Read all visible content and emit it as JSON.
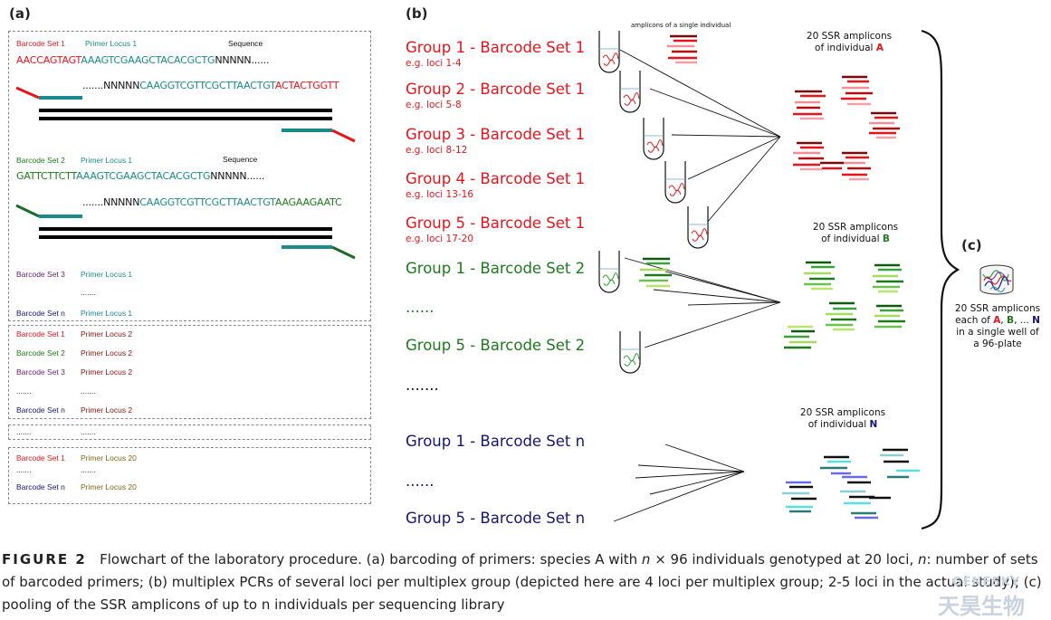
{
  "panel_a": {
    "label": "(a)",
    "set1": {
      "barcode_label": "Barcode Set 1",
      "locus_label": "Primer Locus 1",
      "sequence_label": "Sequence",
      "fwd_barcode": "AACCAGTAGT",
      "fwd_primer": "AAAGTCGAAGCTACACGCTG",
      "fwd_tail": "NNNNN......",
      "rev_lead": ".......NNNNN",
      "rev_primer": "CAAGGTCGTTCGCTTAACTGT",
      "rev_barcode": "ACTACTGGTT"
    },
    "set2": {
      "barcode_label": "Barcode Set 2",
      "locus_label": "Primer Locus 1",
      "sequence_label": "Sequence",
      "fwd_barcode": "GATTCTTCTT",
      "fwd_primer": "AAAGTCGAAGCTACACGCTG",
      "fwd_tail": "NNNNN......",
      "rev_lead": ".......NNNNN",
      "rev_primer": "CAAGGTCGTTCGCTTAACTGT",
      "rev_barcode": "AAGAAGAATC"
    },
    "set3_barcode": "Barcode Set 3",
    "set3_locus": "Primer Locus 1",
    "dots1": ".......",
    "setn_barcode": "Barcode Set n",
    "setn_locus": "Primer Locus 1",
    "locus2": {
      "rows": [
        {
          "barcode": "Barcode Set 1",
          "locus": "Primer Locus 2"
        },
        {
          "barcode": "Barcode Set 2",
          "locus": "Primer Locus 2"
        },
        {
          "barcode": "Barcode Set 3",
          "locus": "Primer Locus 2"
        },
        {
          "barcode": ".......",
          "locus": "......."
        },
        {
          "barcode": "Barcode Set n",
          "locus": "Primer Locus 2"
        }
      ]
    },
    "mid_dots_a": ".......",
    "mid_dots_b": ".......",
    "locus20": {
      "row1_barcode": "Barcode Set 1",
      "row1_locus": "Primer Locus 20",
      "dots_a": ".......",
      "dots_b": ".......",
      "rown_barcode": "Barcode Set n",
      "rown_locus": "Primer Locus 20"
    }
  },
  "panel_b": {
    "label": "(b)",
    "tube_caption": "amplicons of a single individual",
    "groups_red": [
      {
        "name": "Group 1 - Barcode Set 1",
        "eg": "e.g. loci 1-4"
      },
      {
        "name": "Group 2 - Barcode Set 1",
        "eg": "e.g. loci 5-8"
      },
      {
        "name": "Group 3 - Barcode Set 1",
        "eg": "e.g. loci 8-12"
      },
      {
        "name": "Group 4 - Barcode Set 1",
        "eg": "e.g. loci 13-16"
      },
      {
        "name": "Group 5 - Barcode Set 1",
        "eg": "e.g. loci 17-20"
      }
    ],
    "groups_green": [
      {
        "name": "Group 1 - Barcode Set 2"
      },
      {
        "name": "......"
      },
      {
        "name": "Group 5 - Barcode Set 2"
      }
    ],
    "middle_dots": ".......",
    "groups_navy": [
      {
        "name": "Group 1 - Barcode Set n"
      },
      {
        "name": "......"
      },
      {
        "name": "Group 5 - Barcode Set n"
      }
    ],
    "amp_a_line1": "20 SSR amplicons",
    "amp_a_line2": "of individual",
    "amp_a_letter": "A",
    "amp_b_line1": "20 SSR amplicons",
    "amp_b_line2": "of individual",
    "amp_b_letter": "B",
    "amp_n_line1": "20 SSR amplicons",
    "amp_n_line2": "of individual",
    "amp_n_letter": "N"
  },
  "panel_c": {
    "label": "(c)",
    "line1": "20 SSR amplicons",
    "line2_prefix": "each of",
    "letter_a": "A",
    "sep1": ",",
    "letter_b": "B",
    "sep2": ", ...",
    "letter_n": "N",
    "line3": "in a single well of",
    "line4": "a 96-plate"
  },
  "caption": {
    "figure": "FIGURE 2",
    "text_1": "Flowchart of the laboratory procedure. (a) barcoding of primers: species A with ",
    "n1": "n",
    "text_2": " × 96 individuals genotyped at 20 loci, ",
    "n2": "n",
    "text_3": ": number of sets of barcoded primers; (b) multiplex PCRs of several loci per multiplex group (depicted here are 4 loci per multiplex group; 2-5 loci in the actual study); (c) pooling of the SSR amplicons of up to n individuals per sequencing library"
  },
  "watermark": {
    "line1": "GENESKY",
    "line2": "天昊生物"
  },
  "colors": {
    "red": "#e8141b",
    "teal": "#1a8a8a",
    "green": "#1d7a1d",
    "navy": "#151574",
    "black": "#000000"
  }
}
